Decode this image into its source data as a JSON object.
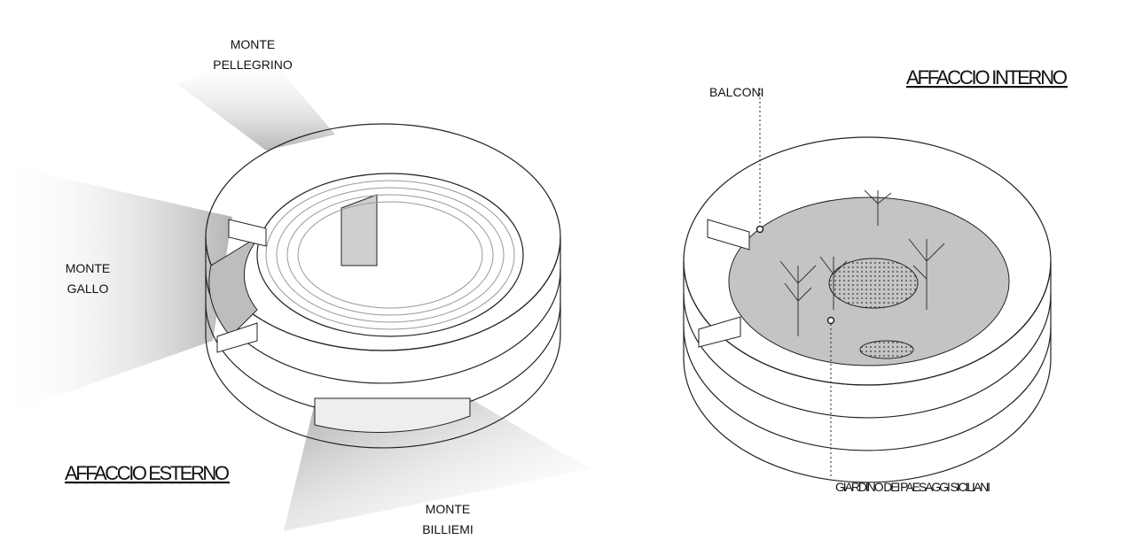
{
  "left": {
    "title": "AFFACCIO ESTERNO",
    "views": [
      {
        "line1": "MONTE",
        "line2": "PELLEGRINO"
      },
      {
        "line1": "MONTE",
        "line2": "GALLO"
      },
      {
        "line1": "MONTE",
        "line2": "BILLIEMI"
      }
    ]
  },
  "right": {
    "title": "AFFACCIO INTERNO",
    "callouts": [
      "BALCONI",
      "GIARDINO DEI PAESAGGI SICILIANI"
    ]
  },
  "colors": {
    "line": "#222222",
    "beam": "#bdbdbd",
    "garden": "#c4c4c4"
  }
}
